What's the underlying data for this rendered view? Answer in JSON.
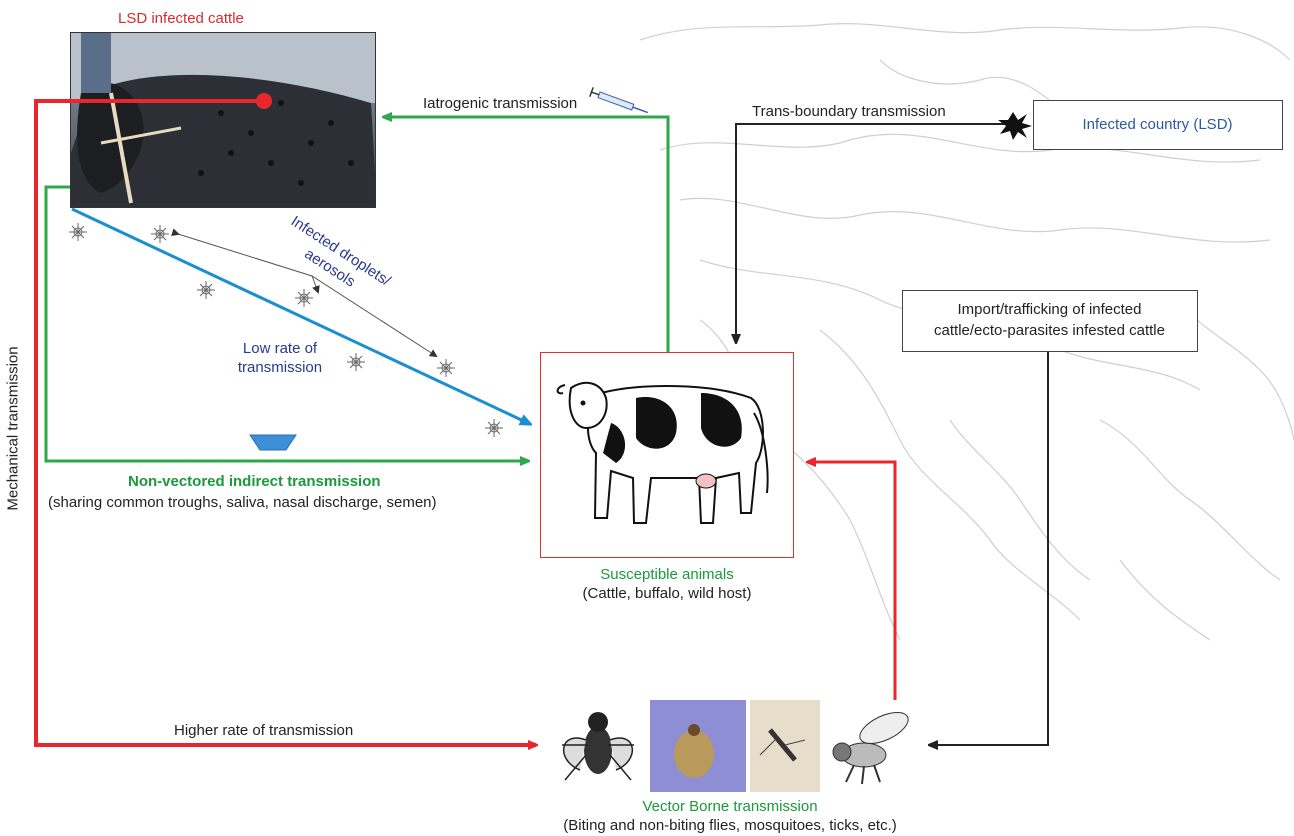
{
  "title": "LSD infected cattle",
  "edges": {
    "iatrogenic": "Iatrogenic transmission",
    "transboundary": "Trans-boundary transmission",
    "droplets": "Infected droplets/ aerosols",
    "low_rate_line1": "Low rate of",
    "low_rate_line2": "transmission",
    "nonvector_title": "Non-vectored indirect transmission",
    "nonvector_detail": "(sharing common troughs, saliva, nasal discharge, semen)",
    "mechanical": "Mechanical transmission",
    "higher_rate": "Higher rate of transmission"
  },
  "nodes": {
    "infected_country": "Infected country (LSD)",
    "import_line1": "Import/trafficking of infected",
    "import_line2": "cattle/ecto-parasites infested cattle",
    "susceptible_title": "Susceptible animals",
    "susceptible_detail": "(Cattle, buffalo, wild host)",
    "vector_title": "Vector Borne transmission",
    "vector_detail": "(Biting and non-biting flies, mosquitoes, ticks, etc.)"
  },
  "colors": {
    "red": "#e8262b",
    "green": "#2ea84a",
    "blue": "#1a8fd0",
    "dark": "#222222",
    "navy": "#2a3a8c",
    "title_red": "#d92b2b",
    "label_green": "#1a9a3a",
    "country_blue": "#2b5b9c"
  }
}
